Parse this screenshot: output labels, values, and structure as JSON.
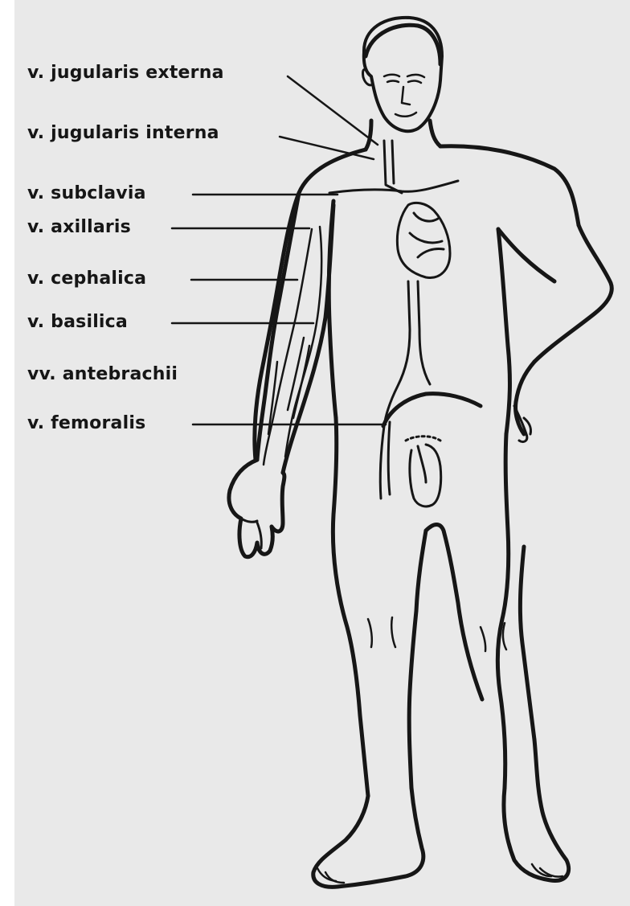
{
  "labels": {
    "jugularis_externa": "v. jugularis externa",
    "jugularis_interna": "v. jugularis interna",
    "subclavia": "v. subclavia",
    "axillaris": "v. axillaris",
    "cephalica": "v. cephalica",
    "basilica": "v. basilica",
    "antebrachii": "vv. antebrachii",
    "femoralis": "v. femoralis"
  },
  "colors": {
    "background": "#e9e9e9",
    "ink": "#161616"
  }
}
